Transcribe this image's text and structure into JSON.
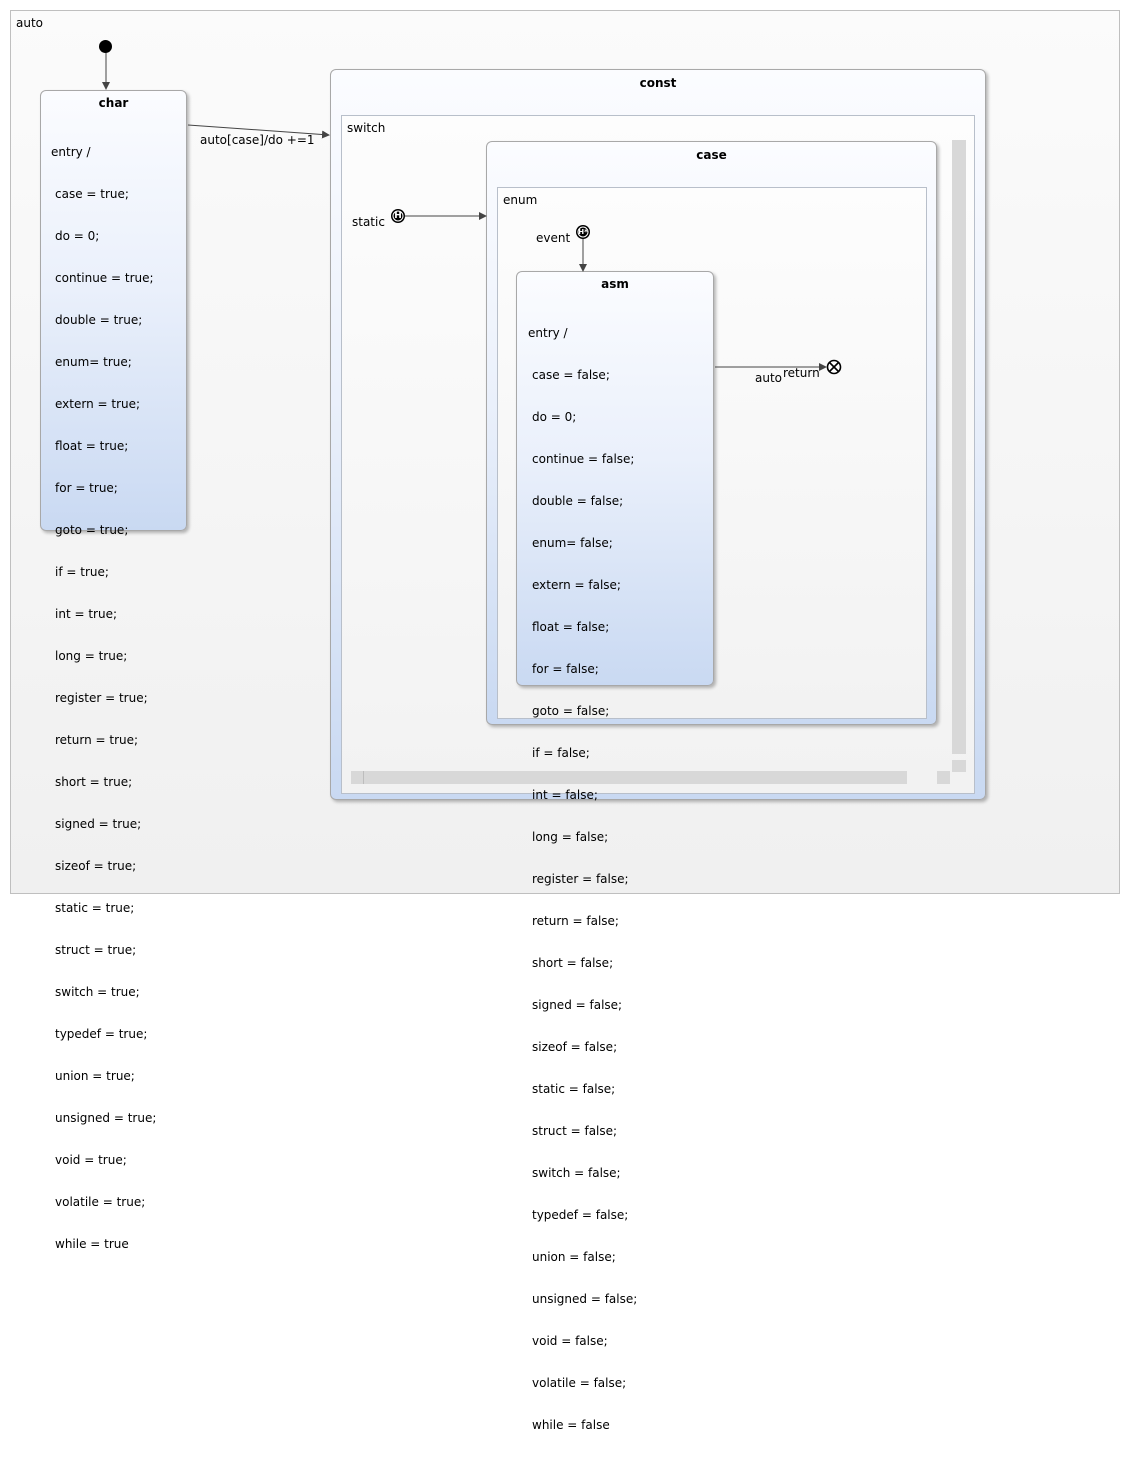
{
  "diagram": {
    "root_region": {
      "label": "auto"
    },
    "states": {
      "char": {
        "title": "char",
        "entry_header": "entry /",
        "actions": [
          "case = true;",
          "do = 0;",
          "continue = true;",
          "double = true;",
          "enum= true;",
          "extern = true;",
          "float = true;",
          "for = true;",
          "goto = true;",
          "if = true;",
          "int = true;",
          "long = true;",
          "register = true;",
          "return = true;",
          "short = true;",
          "signed = true;",
          "sizeof = true;",
          "static = true;",
          "struct = true;",
          "switch = true;",
          "typedef = true;",
          "union = true;",
          "unsigned = true;",
          "void = true;",
          "volatile = true;",
          "while = true"
        ]
      },
      "const": {
        "title": "const",
        "region_label": "switch"
      },
      "case": {
        "title": "case",
        "region_label": "enum"
      },
      "asm": {
        "title": "asm",
        "entry_header": "entry /",
        "actions": [
          "case = false;",
          "do = 0;",
          "continue = false;",
          "double = false;",
          "enum= false;",
          "extern = false;",
          "float = false;",
          "for = false;",
          "goto = false;",
          "if = false;",
          "int = false;",
          "long = false;",
          "register = false;",
          "return = false;",
          "short = false;",
          "signed = false;",
          "sizeof = false;",
          "static = false;",
          "struct = false;",
          "switch = false;",
          "typedef = false;",
          "union = false;",
          "unsigned = false;",
          "void = false;",
          "volatile = false;",
          "while = false"
        ]
      }
    },
    "pseudostates": {
      "shallow_history": {
        "label": "static",
        "symbol": "H"
      },
      "deep_history": {
        "label": "event",
        "symbol": "H*"
      },
      "exit_point": {
        "label": "return",
        "symbol": "⊗"
      }
    },
    "transitions": {
      "char_to_const": {
        "label": "auto[case]/do +=1"
      },
      "asm_to_exit": {
        "label": "auto"
      }
    }
  }
}
